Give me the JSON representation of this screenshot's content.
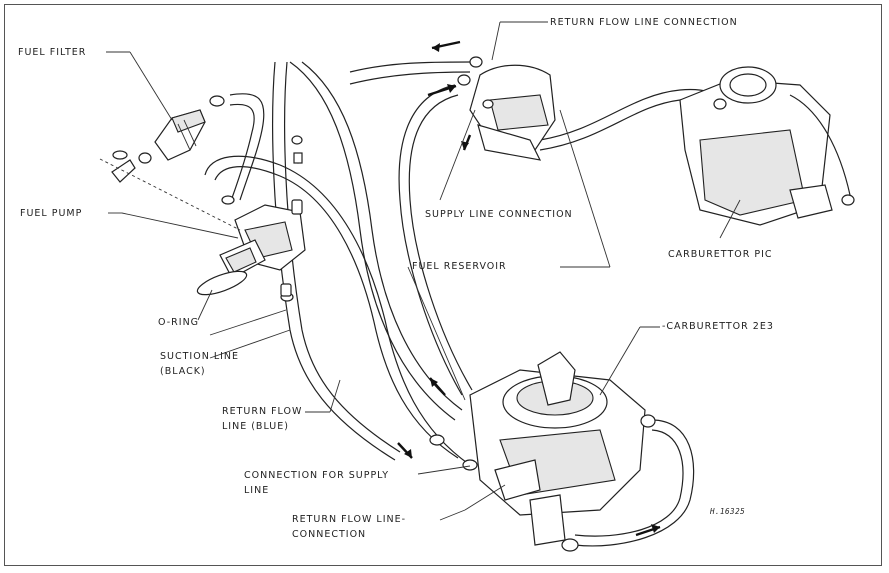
{
  "labels": {
    "fuel_filter": "FUEL FILTER",
    "fuel_pump": "FUEL PUMP",
    "o_ring": "O-RING",
    "suction_line_1": "SUCTION LINE",
    "suction_line_2": "(BLACK)",
    "return_flow_line_1": "RETURN FLOW",
    "return_flow_line_2": "LINE (BLUE)",
    "return_flow_connection_top": "RETURN FLOW LINE CONNECTION",
    "supply_line_connection": "SUPPLY LINE CONNECTION",
    "fuel_reservoir": "FUEL RESERVOIR",
    "carburettor_pic": "CARBURETTOR PIC",
    "carburettor_2e3": "-CARBURETTOR 2E3",
    "connection_supply_1": "CONNECTION FOR SUPPLY",
    "connection_supply_2": "LINE",
    "return_flow_connection_bottom_1": "RETURN FLOW LINE-",
    "return_flow_connection_bottom_2": "CONNECTION",
    "figure_code": "H.16325"
  }
}
